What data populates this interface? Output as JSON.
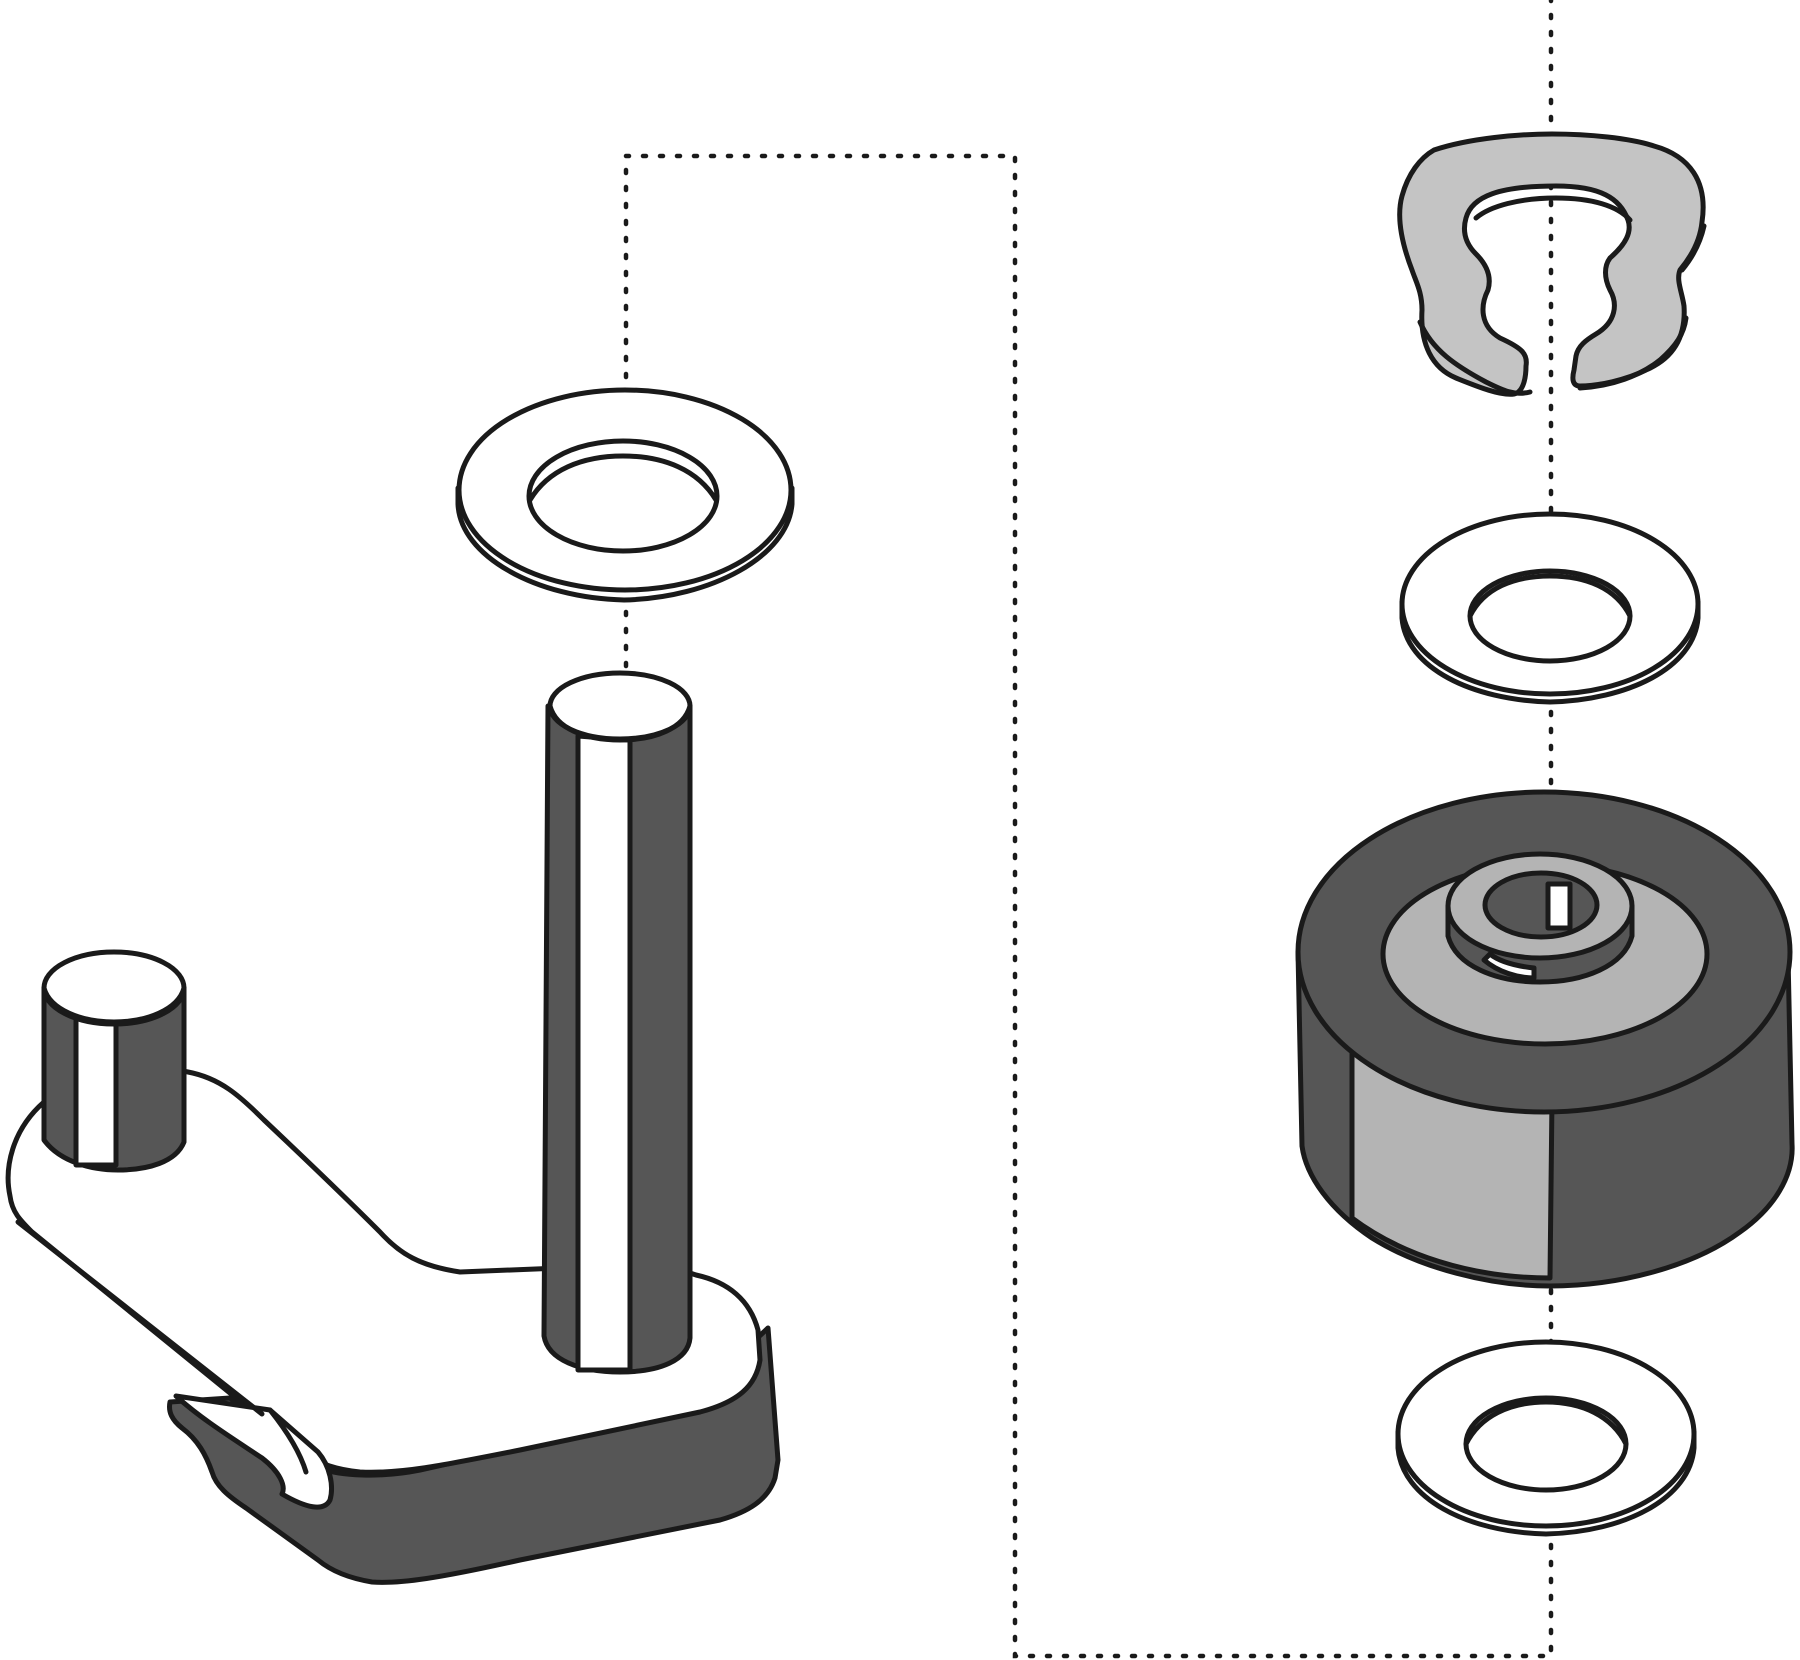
{
  "diagram": {
    "kind": "exploded-assembly-illustration",
    "colors": {
      "background": "#ffffff",
      "outline": "#1a1a1a",
      "dark_body": "#565656",
      "mid_grey": "#8a8a8a",
      "light_grey": "#b8b8b8",
      "clip_grey": "#c4c4c4",
      "highlight": "#ffffff"
    },
    "parts": [
      {
        "id": "retaining-clip",
        "icon": "e-clip-icon"
      },
      {
        "id": "upper-washer",
        "icon": "washer-icon"
      },
      {
        "id": "roller-wheel",
        "icon": "roller-icon"
      },
      {
        "id": "lower-washer",
        "icon": "washer-icon"
      },
      {
        "id": "axle-washer",
        "icon": "washer-icon"
      },
      {
        "id": "axle-pin",
        "icon": "pin-icon"
      },
      {
        "id": "lever-arm",
        "icon": "lever-bracket-icon"
      }
    ]
  }
}
